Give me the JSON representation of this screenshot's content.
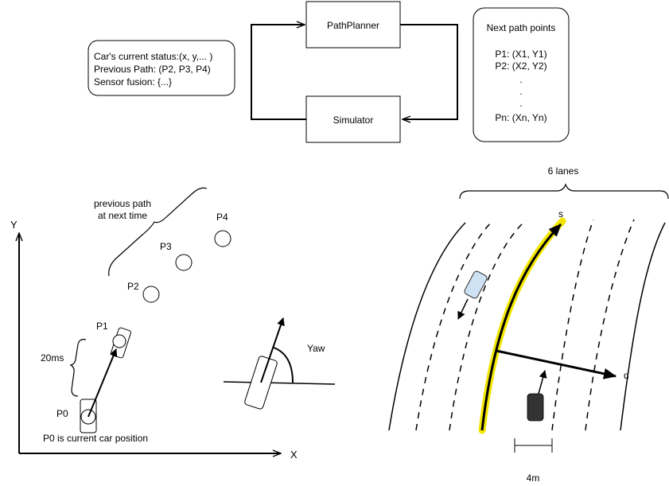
{
  "top": {
    "status_lines": [
      "Car's current status:(x, y,... )",
      "Previous Path: (P2, P3, P4)",
      "Sensor fusion: {...}"
    ],
    "path_planner": "PathPlanner",
    "simulator": "Simulator",
    "next_points": {
      "title": "Next path points",
      "p1": "P1: (X1, Y1)",
      "p2": "P2: (X2, Y2)",
      "dot": ".",
      "pn": "Pn: (Xn, Yn)"
    }
  },
  "left": {
    "axis_y": "Y",
    "axis_x": "X",
    "previous_path_line1": "previous path",
    "previous_path_line2": "at next time",
    "p4": "P4",
    "p3": "P3",
    "p2": "P2",
    "p1": "P1",
    "p0": "P0",
    "interval": "20ms",
    "p0_caption": "P0 is current car position",
    "yaw": "Yaw"
  },
  "right": {
    "lanes": "6 lanes",
    "s": "s",
    "d": "d",
    "width": "4m"
  },
  "colors": {
    "stroke": "#000000",
    "highlight": "#f2e600",
    "blue_car": "#cfe2f3",
    "dark_car": "#333333"
  }
}
